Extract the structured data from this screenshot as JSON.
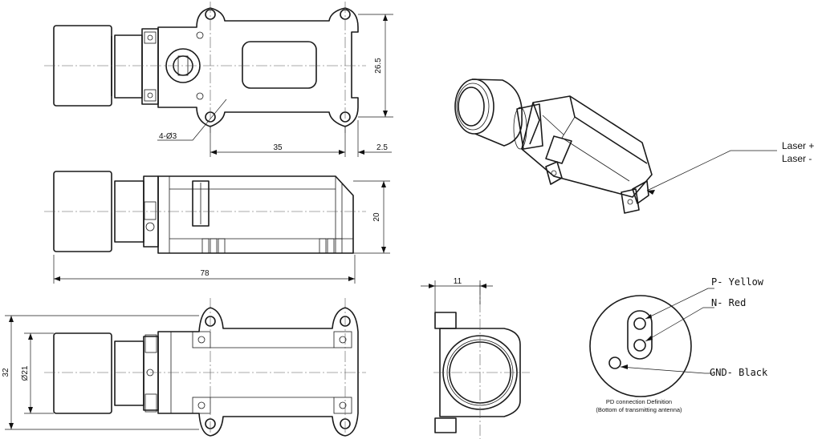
{
  "dimensions": {
    "width_35": "35",
    "gap_2_5": "2.5",
    "height_26_5": "26.5",
    "hole_callout": "4-Ø3",
    "height_20": "20",
    "length_78": "78",
    "height_32": "32",
    "dia_21": "Ø21",
    "width_11": "11"
  },
  "laser_labels": {
    "plus": "Laser +",
    "minus": "Laser -"
  },
  "pd_pins": {
    "p": "P- Yellow",
    "n": "N- Red",
    "gnd": "GND- Black"
  },
  "pd_caption": {
    "line1": "PD connection Definition",
    "line2": "(Bottom of transmitting antenna)"
  }
}
